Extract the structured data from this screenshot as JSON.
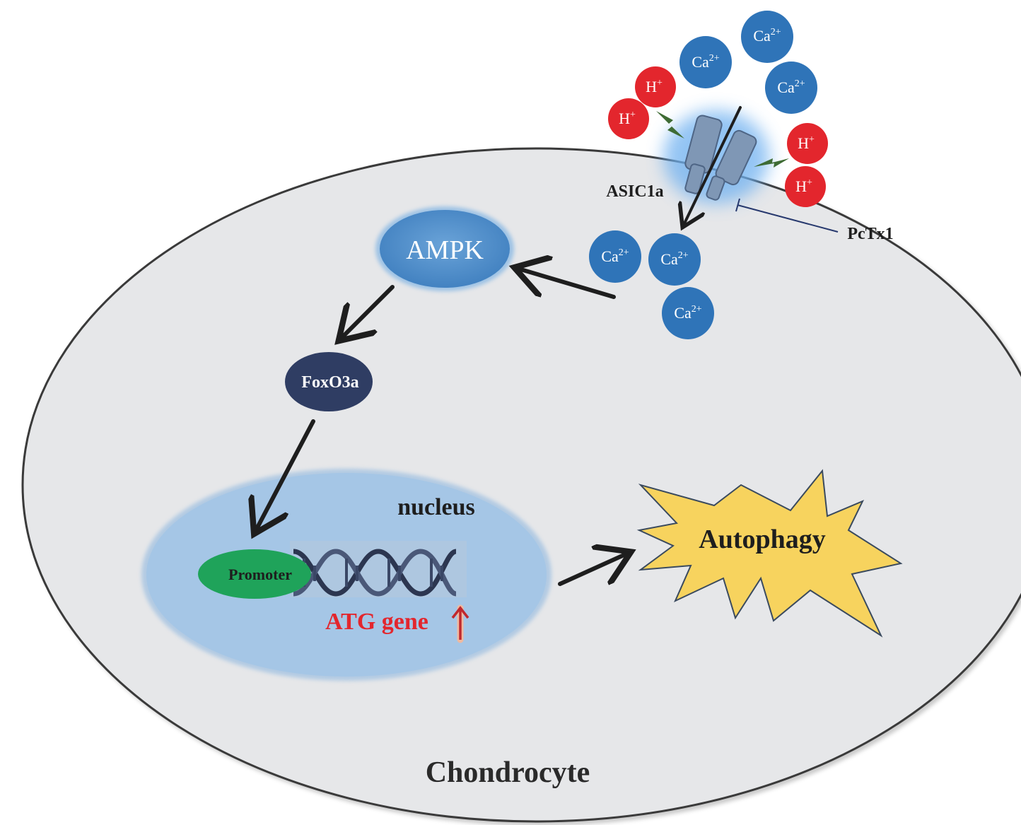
{
  "labels": {
    "cell": "Chondrocyte",
    "nucleus": "nucleus",
    "channel": "ASIC1a",
    "inhibitor": "PcTx1",
    "ampk": "AMPK",
    "foxo3a": "FoxO3a",
    "promoter": "Promoter",
    "atg_gene": "ATG gene",
    "autophagy": "Autophagy"
  },
  "ions": {
    "calcium": {
      "base": "Ca",
      "charge": "2+"
    },
    "proton": {
      "base": "H",
      "charge": "+"
    }
  },
  "colors": {
    "cell_fill": "#e6e7e9",
    "cell_outline": "#3a3a3a",
    "nucleus_fill": "#a5c6e6",
    "ampk_fill": "#5b93cc",
    "foxo3a_fill": "#2f3d63",
    "promoter_fill": "#1fa35a",
    "calcium_ion": "#2f74b8",
    "proton_ion": "#e3262d",
    "autophagy_fill": "#f7d35e",
    "atg_text": "#e3262d",
    "channel": "#7f97b5",
    "lightning": "#3e6b34",
    "inhibitor_line": "#27396e"
  }
}
